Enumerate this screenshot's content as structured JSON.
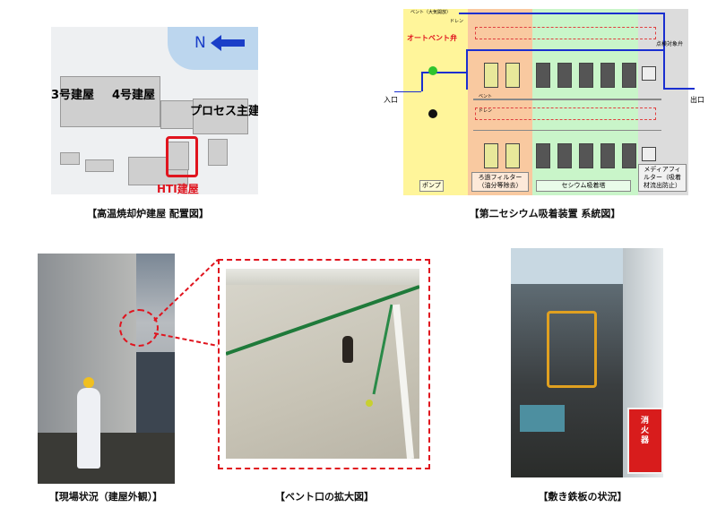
{
  "map": {
    "north": "N",
    "bldg3": "3号建屋",
    "bldg4": "4号建屋",
    "process": "プロセス主建屋",
    "hti": "HTI建屋",
    "caption": "【高温焼却炉建屋 配置図】"
  },
  "diagram": {
    "vent_top": "ベント（大気開放）",
    "drain_top": "ドレン",
    "auto_vent": "オートベント弁",
    "inspect": "点検対象弁",
    "inlet": "入口",
    "outlet": "出口",
    "vent_mid": "ベント",
    "drain_mid": "ドレン",
    "zone_pump": "ポンプ",
    "zone_filter": "ろ過フィルター（油分等除去）",
    "zone_cesium": "セシウム吸着塔",
    "zone_media": "メディアフィルター（吸着材流出防止）",
    "caption": "【第二セシウム吸着装置 系統図】",
    "colors": {
      "pump": "#fff59a",
      "filter": "#f9c9a0",
      "cesium": "#c9f5c9",
      "media": "#dcdcdc",
      "pipe": "#1a2fd0"
    }
  },
  "photos": {
    "exterior_caption": "【現場状況（建屋外観）】",
    "vent_caption": "【ベント口の拡大図】",
    "plate_caption": "【敷き鉄板の状況】",
    "extinguisher_label": "消火器"
  }
}
